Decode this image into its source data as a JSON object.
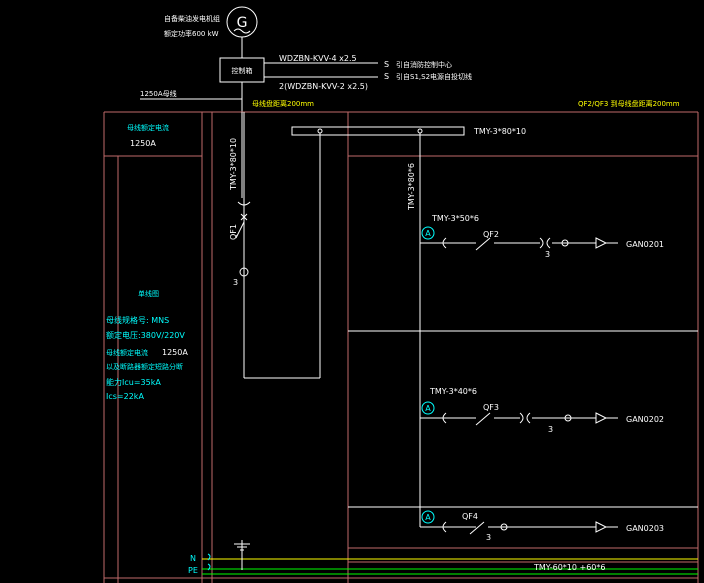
{
  "generator": {
    "symbol": "G",
    "note1": "自备柴油发电机组",
    "note2": "额定功率600 kW"
  },
  "feeder": {
    "box_label": "控制箱",
    "cable_top": "WDZBN-KVV-4 x2.5",
    "cable_bottom": "2(WDZBN-KVV-2 x2.5)",
    "signal1_prefix": "S",
    "signal1": "引自消防控制中心",
    "signal2_prefix": "S",
    "signal2": "引自S1,S2电源自投切线",
    "main_cable": "1250A母线",
    "label_left": "母线盘距离200mm",
    "label_right": "QF2/QF3 到母线盘距离200mm"
  },
  "panel": {
    "title": "母线额定电流",
    "current": "1250A",
    "single_line_title": "单线图",
    "spec1": "母线规格号: MNS",
    "spec2": "额定电压:380V/220V",
    "spec3_label": "母线额定电流",
    "spec3_value": "1250A",
    "spec4": "以及断路器额定短路分断",
    "spec5": "能力Icu=35kA",
    "spec6": "Ics=22kA"
  },
  "busbars": {
    "main": "TMY-3*80*10",
    "vertical_left": "TMY-3*80*10",
    "vertical_right": "TMY-3*80*6",
    "bottom": "TMY-60*10 +60*6"
  },
  "main_breaker": {
    "label": "QF1",
    "ct_count": "3"
  },
  "branches": [
    {
      "ammeter": "A",
      "busbar": "TMY-3*50*6",
      "breaker": "QF2",
      "ct_count": "3",
      "outlet": "GAN0201"
    },
    {
      "ammeter": "A",
      "busbar": "TMY-3*40*6",
      "breaker": "QF3",
      "ct_count": "3",
      "outlet": "GAN0202"
    },
    {
      "ammeter": "A",
      "busbar": "",
      "breaker": "QF4",
      "ct_count": "3",
      "outlet": "GAN0203"
    }
  ],
  "ground": {
    "n_label": "N",
    "pe_label": "PE"
  },
  "colors": {
    "background": "#000000",
    "frame": "#c06a6a",
    "wire": "#ffffff",
    "cyan": "#00ffff",
    "yellow": "#ffff00",
    "green": "#00ff00"
  }
}
